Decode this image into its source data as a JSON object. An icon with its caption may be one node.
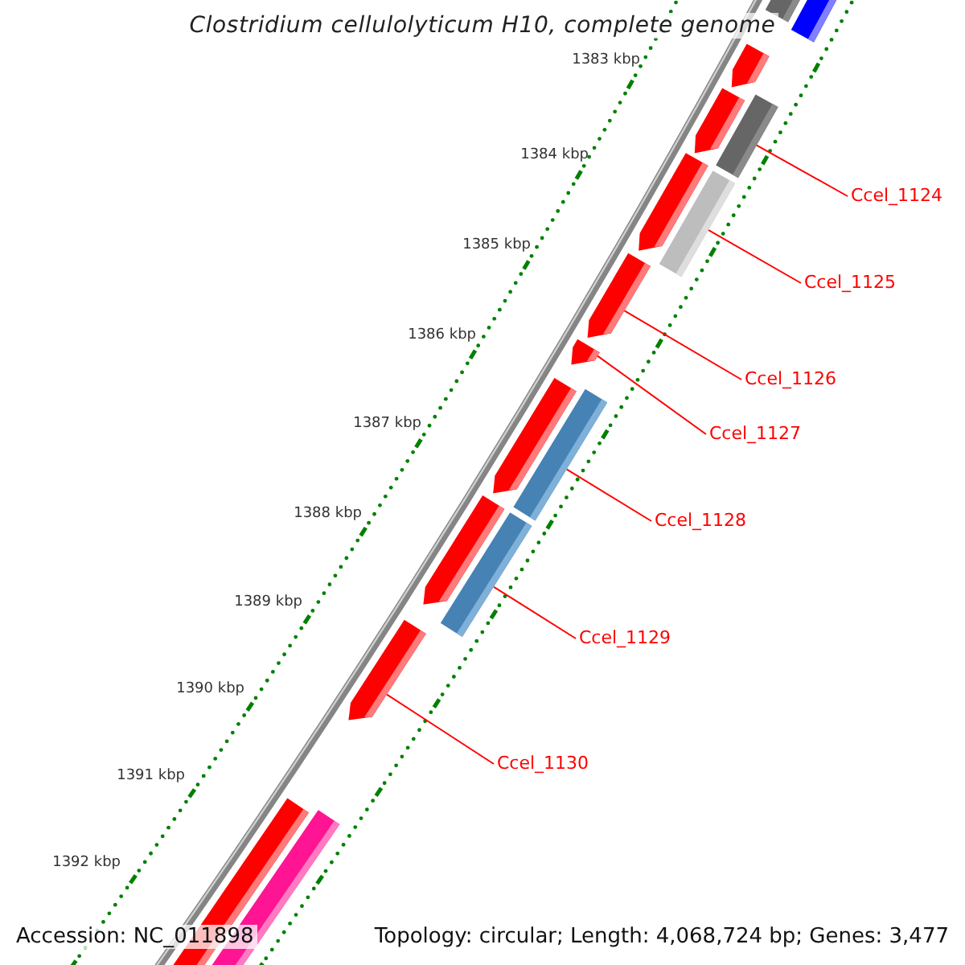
{
  "diagram": {
    "title": "Clostridium cellulolyticum H10, complete genome",
    "nodes": [
      {
        "text": [
          "Ccel_1124"
        ]
      },
      {
        "text": [
          "Ccel_1125"
        ]
      },
      {
        "text": [
          "Ccel_1126"
        ]
      },
      {
        "text": [
          "Ccel_1127"
        ]
      },
      {
        "text": [
          "Ccel_1128"
        ]
      },
      {
        "text": [
          "Ccel_1129"
        ]
      },
      {
        "text": [
          "Ccel_1130"
        ]
      },
      {
        "text": [],
        "shape": "bar"
      },
      {
        "text": [],
        "shape": "bar"
      },
      {
        "text": [],
        "shape": "bar"
      },
      {
        "text": [],
        "shape": "bar"
      },
      {
        "text": [],
        "shape": "bar"
      },
      {
        "text": [],
        "shape": "bar"
      },
      {
        "text": [],
        "shape": "bar"
      }
    ],
    "edges": [
      {
        "from": 0,
        "to": 7,
        "arrow": "none"
      },
      {
        "from": 1,
        "to": 8,
        "arrow": "none"
      },
      {
        "from": 2,
        "to": 9,
        "arrow": "none"
      },
      {
        "from": 3,
        "to": 10,
        "arrow": "none"
      },
      {
        "from": 4,
        "to": 11,
        "arrow": "none"
      },
      {
        "from": 5,
        "to": 12,
        "arrow": "none"
      },
      {
        "from": 6,
        "to": 13,
        "arrow": "none"
      }
    ],
    "labels": [
      "1383 kbp",
      "1384 kbp",
      "1385 kbp",
      "1386 kbp",
      "1387 kbp",
      "1388 kbp",
      "1389 kbp",
      "1390 kbp",
      "1391 kbp",
      "1392 kbp",
      "Accession: NC_011898",
      "Topology: circular; Length: 4,068,724 bp; Genes: 3,477"
    ]
  }
}
